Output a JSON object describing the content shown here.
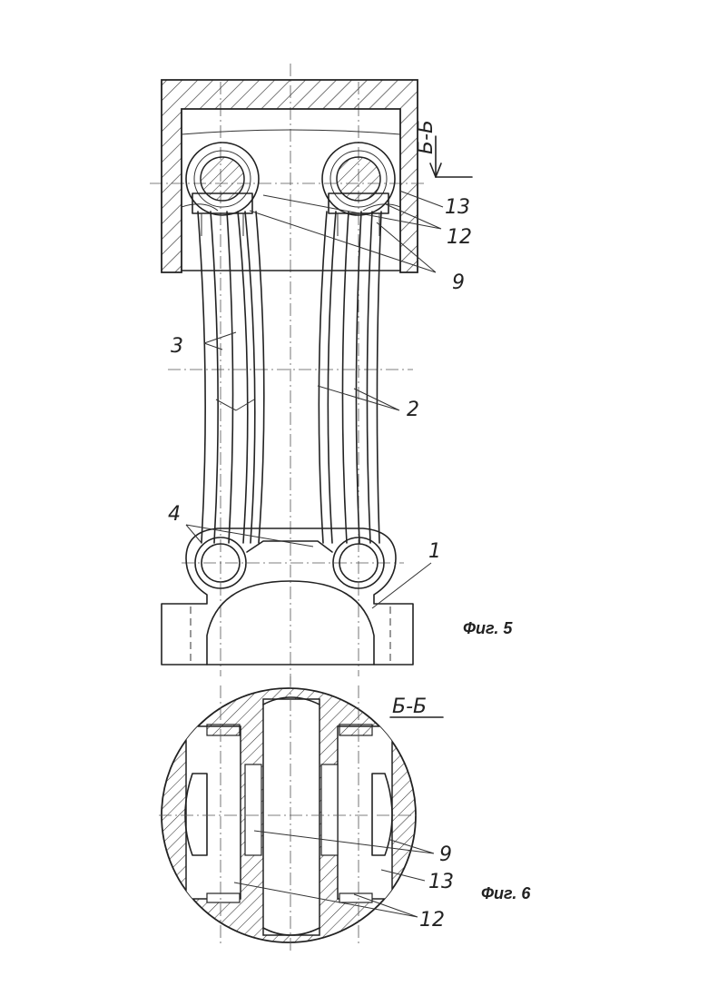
{
  "figure5": {
    "caption": "Фиг. 5",
    "section_mark": "Б-Б",
    "labels": {
      "l13": "13",
      "l12": "12",
      "l9": "9",
      "l3": "3",
      "l2": "2",
      "l4": "4",
      "l1": "1"
    }
  },
  "figure6": {
    "caption": "Фиг. 6",
    "section_title": "Б-Б",
    "labels": {
      "l9": "9",
      "l13": "13",
      "l12": "12"
    }
  },
  "colors": {
    "ink": "#222222",
    "paper": "#ffffff"
  }
}
